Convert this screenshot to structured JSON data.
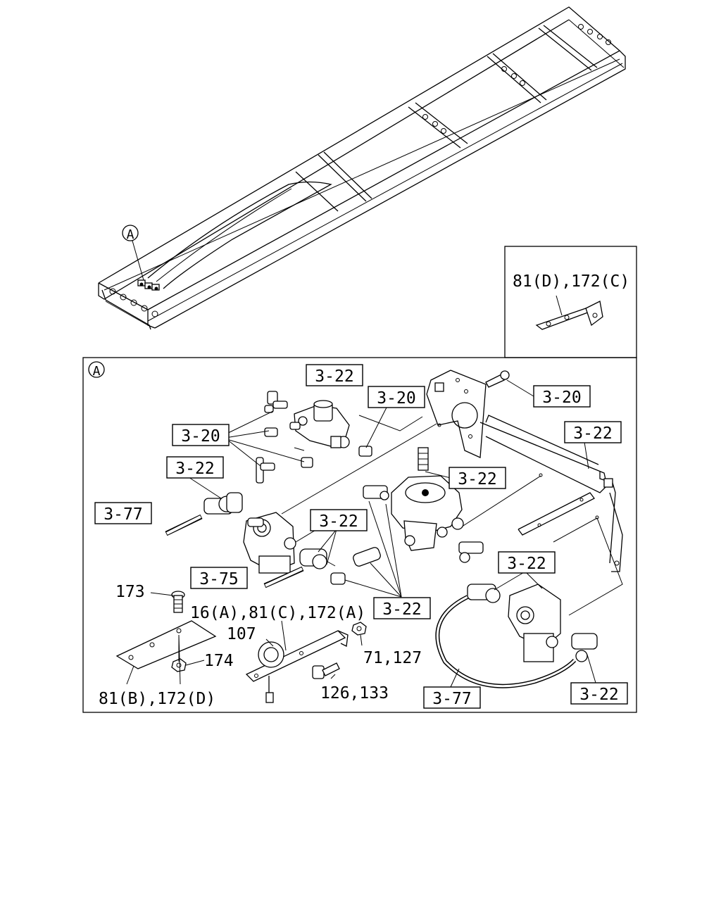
{
  "callouts": {
    "frame_marker": "A",
    "detail_marker": "A",
    "inset": "81(D),172(C)",
    "c_322_top": "3-22",
    "c_320_center": "3-20",
    "c_320_bolt": "3-20",
    "c_320_left": "3-20",
    "c_322_bracket": "3-22",
    "c_322_left": "3-22",
    "c_322_valve": "3-22",
    "c_377_left": "3-77",
    "c_322_mid": "3-22",
    "c_375": "3-75",
    "c_322_right_top": "3-22",
    "c_322_lower": "3-22",
    "c_322_right_bottom": "3-22",
    "c_377_bottom": "3-77",
    "n_173": "173",
    "n_16_81_172": "16(A),81(C),172(A)",
    "n_107": "107",
    "n_174": "174",
    "n_71_127": "71,127",
    "n_81b_172d": "81(B),172(D)",
    "n_126_133": "126,133"
  }
}
